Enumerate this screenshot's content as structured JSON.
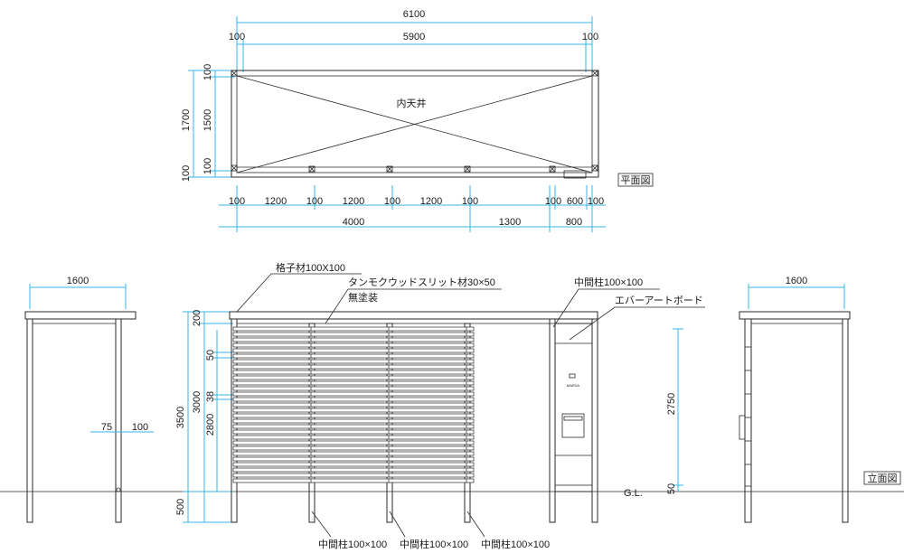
{
  "plan": {
    "title": "平面図",
    "ceiling_label": "内天井",
    "top_total": "6100",
    "top_left": "100",
    "top_mid": "5900",
    "top_right": "100",
    "left_total": "1700",
    "left_a": "100",
    "left_b": "1500",
    "left_c": "100",
    "left_d": "100",
    "bottom_segments": [
      "100",
      "1200",
      "100",
      "1200",
      "100",
      "1200",
      "100",
      "100",
      "600",
      "100"
    ],
    "bottom_totals": [
      "4000",
      "1300",
      "800"
    ]
  },
  "elevation": {
    "title": "立面図",
    "side_left_width": "1600",
    "side_right_width": "1600",
    "side_dims": [
      "75",
      "100"
    ],
    "vert_dims": {
      "total": "3500",
      "upper": "3000",
      "top": "200",
      "slat_zone": "2800",
      "slat_pitch": "50",
      "slat_gap": "38",
      "below_gl": "500",
      "right_height": "2750",
      "right_gl": "50"
    },
    "gl_label": "G.L.",
    "notes": {
      "lattice": "格子材100X100",
      "slit1": "タンモクウッドスリット材30×50",
      "slit2": "無塗装",
      "mid_post_top": "中間柱100×100",
      "board": "エバーアートボード",
      "mid_posts_bottom": [
        "中間柱100×100",
        "中間柱100×100",
        "中間柱100×100"
      ]
    },
    "mailbox_brand": "MAEDA"
  },
  "colors": {
    "line": "#2a2a2a",
    "dimension": "#36b6e6",
    "background": "#ffffff"
  }
}
